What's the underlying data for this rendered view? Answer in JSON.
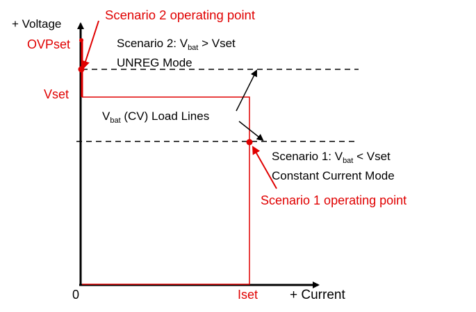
{
  "axes": {
    "y_label": "+ Voltage",
    "x_label": "+ Current",
    "origin_label": "0"
  },
  "levels": {
    "ovp_label": "OVPset",
    "vset_label": "Vset",
    "iset_label": "Iset"
  },
  "annotations": {
    "scenario2_point": "Scenario 2 operating point",
    "scenario2_line1_prefix": "Scenario 2: V",
    "scenario2_line1_sub": "bat",
    "scenario2_line1_suffix": " > Vset",
    "scenario2_line2": "UNREG Mode",
    "loadlines_prefix": "V",
    "loadlines_sub": "bat",
    "loadlines_suffix": " (CV) Load Lines",
    "scenario1_line1_prefix": "Scenario 1: V",
    "scenario1_line1_sub": "bat",
    "scenario1_line1_suffix": " < Vset",
    "scenario1_line2": "Constant Current Mode",
    "scenario1_point": "Scenario 1 operating point"
  },
  "colors": {
    "axis": "#000000",
    "accent": "#e00000",
    "text": "#000000"
  }
}
